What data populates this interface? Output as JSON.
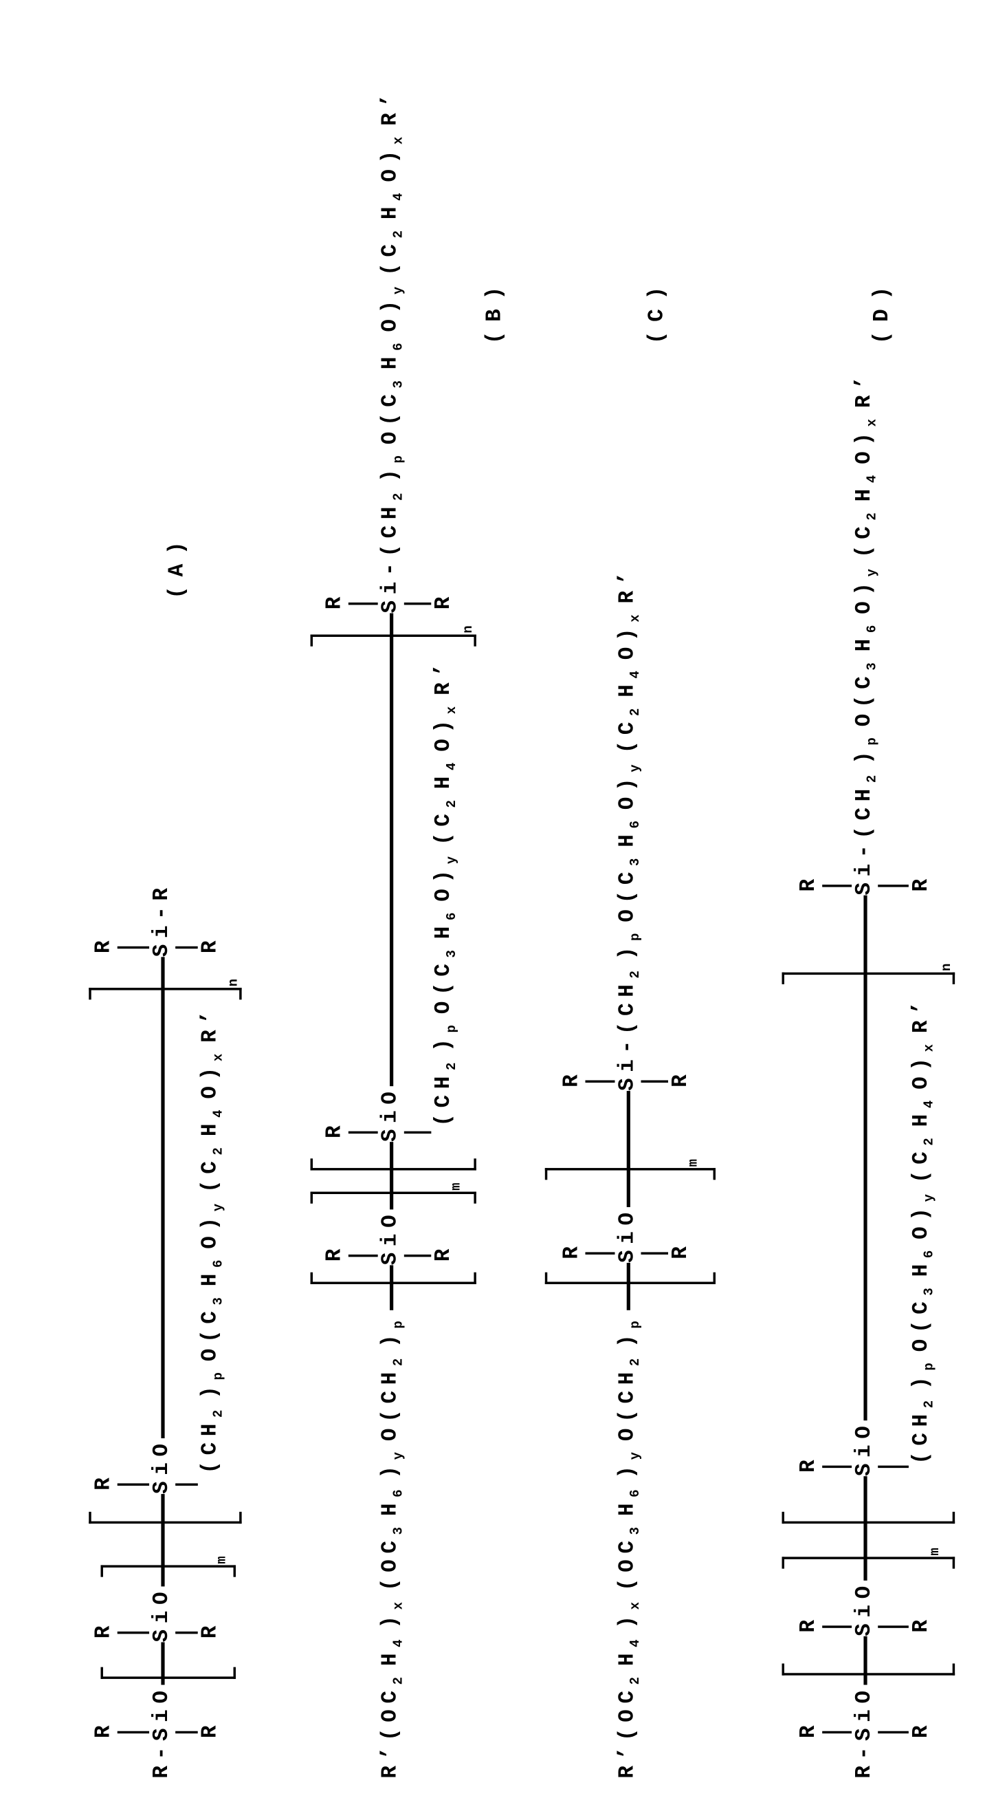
{
  "formulas": {
    "A": {
      "label": "(A)",
      "r": "R",
      "end_left": "R-SiO",
      "unit1": "SiO",
      "sub_m": "m",
      "unit2": "SiO",
      "pendant": "(CH2)pO(C3H6O)y(C2H4O)xR’",
      "sub_n": "n",
      "end_right": "Si-R"
    },
    "B": {
      "label": "(B)",
      "r": "R",
      "chain": "R’(OC2H4)x(OC3H6)yO(CH2)p",
      "unit1": "SiO",
      "sub_m": "m",
      "unit2": "SiO",
      "pendant": "(CH2)pO(C3H6O)y(C2H4O)xR’",
      "sub_n": "n",
      "end_right": "Si-(CH2)pO(C3H6O)y(C2H4O)xR’"
    },
    "C": {
      "label": "(C)",
      "r": "R",
      "chain": "R’(OC2H4)x(OC3H6)yO(CH2)p",
      "unit1": "SiO",
      "sub_m": "m",
      "end_right": "Si-(CH2)pO(C3H6O)y(C2H4O)xR’"
    },
    "D": {
      "label": "(D)",
      "r": "R",
      "end_left": "R-SiO",
      "unit1": "SiO",
      "sub_m": "m",
      "unit2": "SiO",
      "pendant": "(CH2)pO(C3H6O)y(C2H4O)xR’",
      "sub_n": "n",
      "end_right": "Si-(CH2)pO(C3H6O)y(C2H4O)xR’"
    }
  }
}
